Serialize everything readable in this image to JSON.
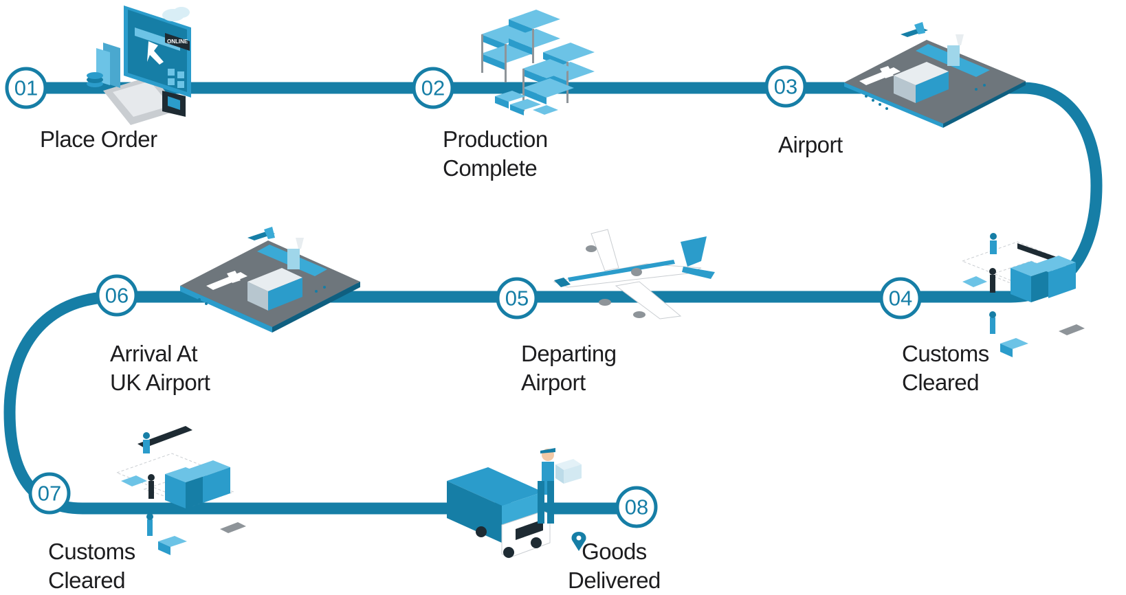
{
  "colors": {
    "track": "#167ea6",
    "node_fill": "#ffffff",
    "accent_light": "#6cc3e6",
    "accent_mid": "#2b9ccb",
    "ground_grey": "#8e9499",
    "dark": "#1e2b33",
    "text": "#1d1d1f"
  },
  "steps": [
    {
      "number": "01",
      "label": "Place Order",
      "icon": "online-shop-icon"
    },
    {
      "number": "02",
      "label": "Production\nComplete",
      "icon": "warehouse-shelves-icon"
    },
    {
      "number": "03",
      "label": "Airport",
      "icon": "airport-icon"
    },
    {
      "number": "04",
      "label": "Customs\nCleared",
      "icon": "customs-warehouse-icon"
    },
    {
      "number": "05",
      "label": "Departing\nAirport",
      "icon": "airplane-icon"
    },
    {
      "number": "06",
      "label": "Arrival At\nUK Airport",
      "icon": "airport-icon"
    },
    {
      "number": "07",
      "label": "Customs\nCleared",
      "icon": "customs-warehouse-icon"
    },
    {
      "number": "08",
      "label": "Goods\nDelivered",
      "icon": "delivery-truck-icon"
    }
  ],
  "illustrations": {
    "online_sign_text": "ONLINE"
  }
}
